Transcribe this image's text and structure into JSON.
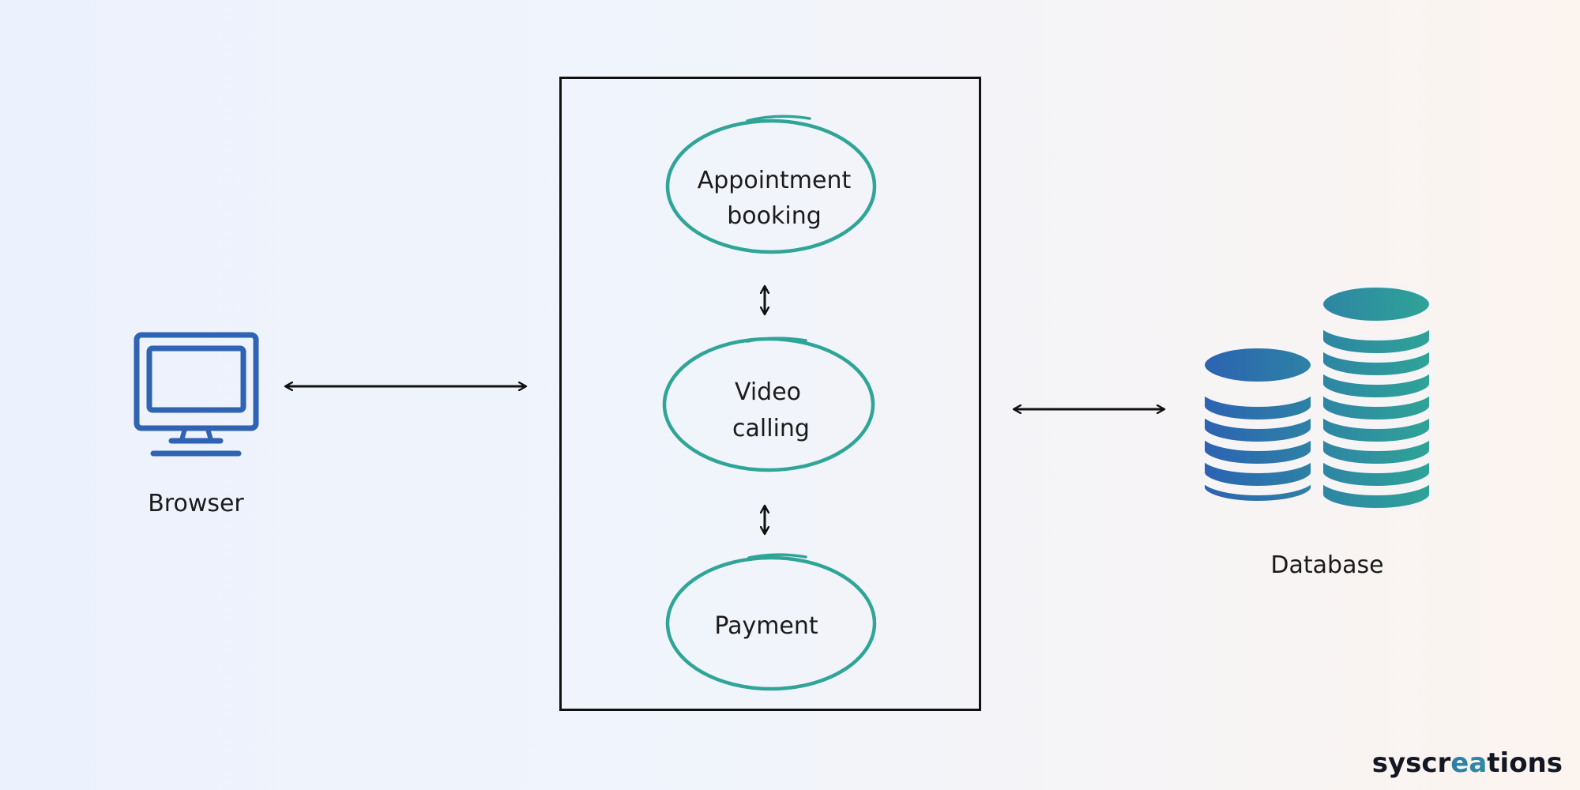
{
  "nodes": {
    "browser": {
      "label": "Browser",
      "icon": "desktop-monitor-icon",
      "color": "#2f63b3"
    },
    "database": {
      "label": "Database",
      "icon": "database-stack-icon"
    },
    "services": {
      "appointment": {
        "line1": "Appointment",
        "line2": "booking"
      },
      "video": {
        "line1": "Video",
        "line2": "calling"
      },
      "payment": {
        "label": "Payment"
      }
    }
  },
  "colors": {
    "circle_stroke": "#2fa597",
    "db_gradient_start": "#2c62b2",
    "db_gradient_end": "#2fa597",
    "arrow": "#111111",
    "box_border": "#111111"
  },
  "logo": {
    "pre": "syscr",
    "mark": "ea",
    "post": "tions"
  }
}
